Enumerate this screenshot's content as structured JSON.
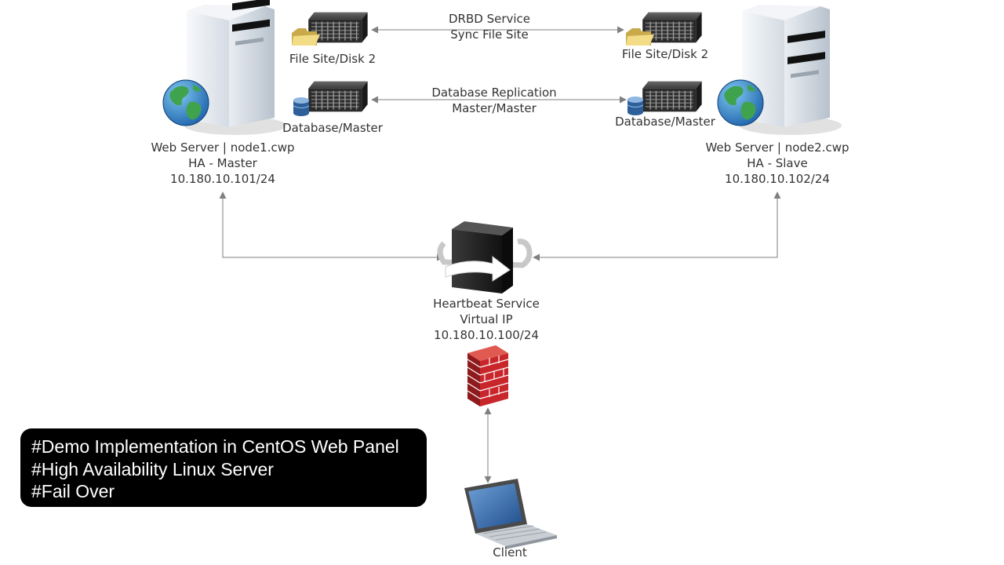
{
  "links": {
    "drbd": [
      "DRBD Service",
      "Sync File Site"
    ],
    "replication": [
      "Database Replication",
      "Master/Master"
    ]
  },
  "node1": {
    "file_site": "File Site/Disk 2",
    "database": "Database/Master",
    "lines": [
      "Web Server | node1.cwp",
      "HA - Master",
      "10.180.10.101/24"
    ]
  },
  "node2": {
    "file_site": "File Site/Disk 2",
    "database": "Database/Master",
    "lines": [
      "Web Server | node2.cwp",
      "HA - Slave",
      "10.180.10.102/24"
    ]
  },
  "heartbeat": {
    "lines": [
      "Heartbeat Service",
      "Virtual IP",
      "10.180.10.100/24"
    ]
  },
  "client": {
    "label": "Client"
  },
  "caption": {
    "lines": [
      "#Demo Implementation in CentOS Web Panel",
      "#High Availability Linux Server",
      "#Fail Over"
    ]
  },
  "icons": [
    "tower-server-icon",
    "globe-icon",
    "rack-server-icon",
    "folder-icon",
    "database-icon",
    "cluster-failover-icon",
    "firewall-icon",
    "laptop-icon"
  ],
  "colors": {
    "line": "#7f7f7f",
    "caption_bg": "#000000",
    "caption_text": "#ffffff",
    "firewall": "#c8262b"
  }
}
